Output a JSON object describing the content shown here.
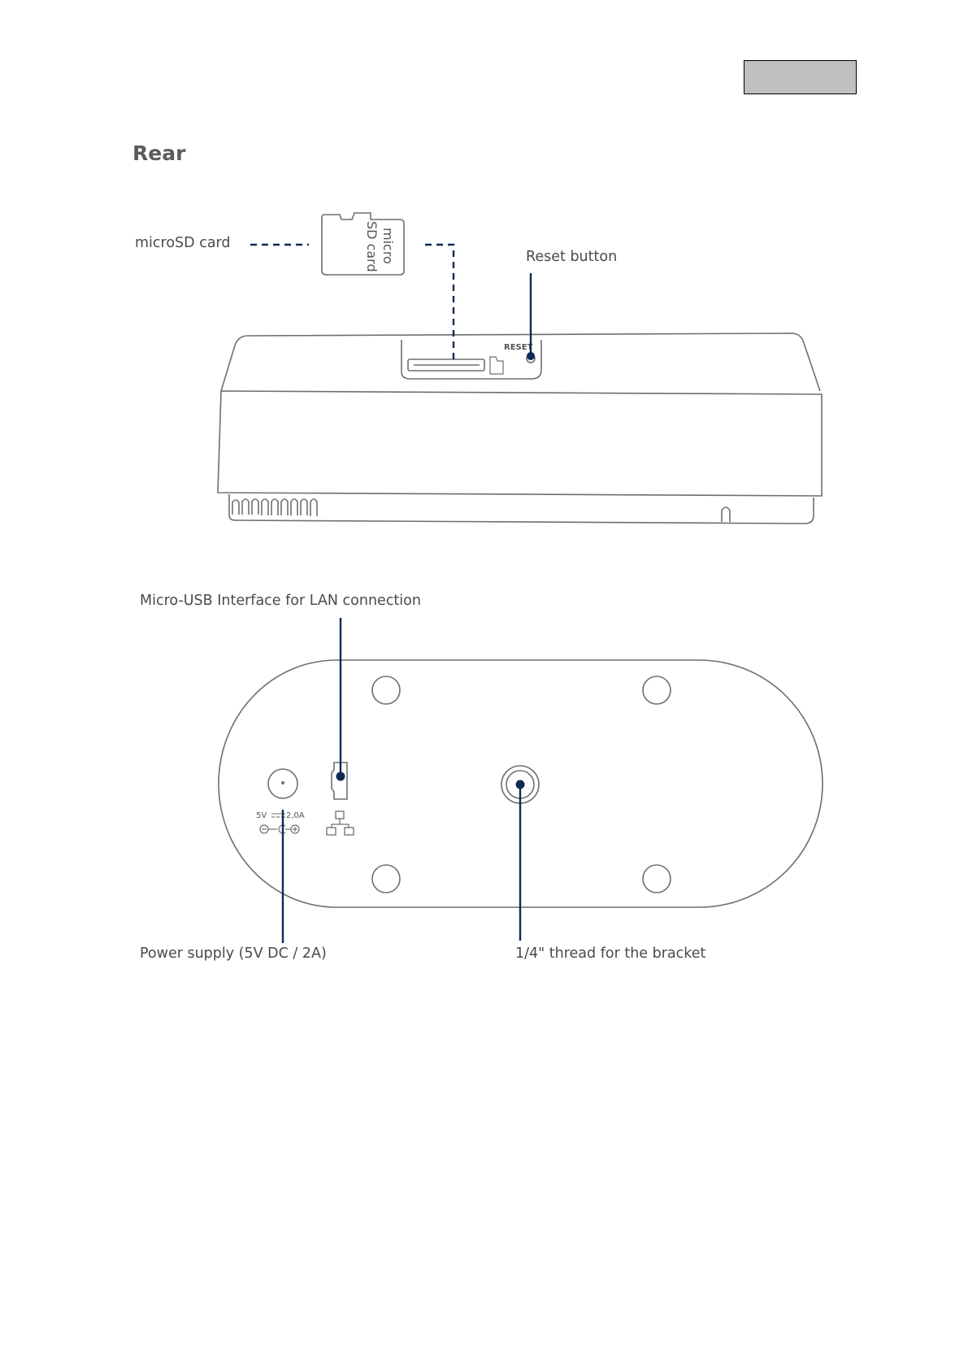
{
  "heading": "Rear",
  "labels": {
    "microsd_card": "microSD card",
    "reset_button": "Reset button",
    "micro_usb": "Micro-USB Interface for LAN connection",
    "power_supply": "Power supply (5V DC / 2A)",
    "thread": "1/4\" thread for the bracket"
  },
  "device_marks": {
    "card_line1": "micro",
    "card_line2": "SD card",
    "reset": "RESET",
    "voltage": "5V",
    "current": "2,0A"
  },
  "colors": {
    "callout": "#0e2a55",
    "outline": "#6f6f6f",
    "text": "#4a4a4a",
    "grey_box": "#c0c0c0"
  }
}
